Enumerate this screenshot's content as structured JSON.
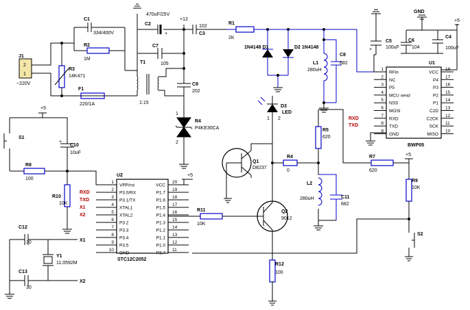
{
  "title": "",
  "labels": {
    "j1": "J1",
    "j1_pin2": "2",
    "j1_pin1": "1",
    "mains": "~220V",
    "c1": "C1",
    "c1_val": "334/400V",
    "r2": "R2",
    "r2_val": "1M",
    "r3": "R3",
    "r3_val": "14K471",
    "f1": "F1",
    "f1_val": "220/1A",
    "t1": "T1",
    "t1_pins": "1:15",
    "c2": "C2",
    "c2_val": "470uF/25V",
    "c7": "C7",
    "c7_val": "105",
    "c9": "C9",
    "c9_val": "202",
    "plus12": "+12",
    "c3_val": "102",
    "c3": "C3",
    "r1": "R1",
    "r1_val": "2K",
    "d1": "1N4148 D1",
    "d2": "D2 1N4148",
    "l1": "L1",
    "l1_val": "280uH",
    "c8": "C8",
    "c8_val": "682",
    "c5": "C5",
    "c5_val": "100uF",
    "gnd": "GND",
    "c6": "C6",
    "c6_val": "104",
    "c4": "C4",
    "c4_val": "100uF",
    "plus5": "+5",
    "d3": "D3",
    "d3_sub": "LED",
    "r4_tvs": "R4",
    "r4_tvs_val": "P4KE30CA",
    "u1": "U1",
    "u1_name": "BWP05",
    "s1": "S1",
    "c10": "C10",
    "c10_val": "10uF",
    "r8": "R8",
    "r8_val": "100",
    "r10": "R10",
    "r10_val": "10K",
    "q1": "Q1",
    "q1_val": "D8237",
    "r4": "R4",
    "r4_val": "0",
    "r5": "R5",
    "r5_val": "620",
    "r7": "R7",
    "r7_val": "620",
    "r9": "R9",
    "r9_val": "10K",
    "l2": "L2",
    "l2_val": "280uH",
    "c11": "C11",
    "c11_val": "682",
    "r11": "R11",
    "r11_val": "10K",
    "q2": "Q2",
    "q2_val": "9012",
    "s2": "S2",
    "c12": "C12",
    "c12_val": "30",
    "c13": "C13",
    "c13_val": "30",
    "y1": "Y1",
    "y1_val": "11.0592M",
    "x1": "X1",
    "x2": "X2",
    "rxd": "RXD",
    "txd": "TXD",
    "r12": "R12",
    "r12_val": "100",
    "u2": "U2",
    "u2_name": "STC12C2052"
  },
  "u1": {
    "left_pins": [
      {
        "n": "1",
        "name": "RFin"
      },
      {
        "n": "2",
        "name": "NC"
      },
      {
        "n": "3",
        "name": "P5"
      },
      {
        "n": "4",
        "name": "MCU send"
      },
      {
        "n": "5",
        "name": "NSS"
      },
      {
        "n": "6",
        "name": "MOSI"
      },
      {
        "n": "7",
        "name": "RXD"
      },
      {
        "n": "8",
        "name": "TXD"
      },
      {
        "n": "9",
        "name": "GND"
      }
    ],
    "right_pins": [
      {
        "n": "18",
        "name": "VCC"
      },
      {
        "n": "17",
        "name": "P4"
      },
      {
        "n": "16",
        "name": "P3"
      },
      {
        "n": "15",
        "name": "P2"
      },
      {
        "n": "14",
        "name": "P1"
      },
      {
        "n": "13",
        "name": "C2D"
      },
      {
        "n": "12",
        "name": "C2CK"
      },
      {
        "n": "11",
        "name": "SCK"
      },
      {
        "n": "10",
        "name": "MISO"
      }
    ],
    "net_rxd": "RXD",
    "net_txd": "TXD"
  },
  "u2": {
    "left_pins": [
      {
        "n": "1",
        "name": "VPP/rst"
      },
      {
        "n": "2",
        "name": "P3.0/RX"
      },
      {
        "n": "3",
        "name": "P3.1/TX"
      },
      {
        "n": "4",
        "name": "XTAL1"
      },
      {
        "n": "5",
        "name": "XTAL2"
      },
      {
        "n": "6",
        "name": "P3.2"
      },
      {
        "n": "7",
        "name": "P3.3"
      },
      {
        "n": "8",
        "name": "P3.4"
      },
      {
        "n": "9",
        "name": "P3.5"
      },
      {
        "n": "10",
        "name": "GND"
      }
    ],
    "right_pins": [
      {
        "n": "20",
        "name": "VCC"
      },
      {
        "n": "19",
        "name": "P1.7"
      },
      {
        "n": "18",
        "name": "P1.6"
      },
      {
        "n": "17",
        "name": "P1.5"
      },
      {
        "n": "16",
        "name": "P1.4"
      },
      {
        "n": "15",
        "name": "P1.3"
      },
      {
        "n": "14",
        "name": "P1.2"
      },
      {
        "n": "13",
        "name": "P1.1"
      },
      {
        "n": "12",
        "name": "P1.0"
      },
      {
        "n": "11",
        "name": "P3.7"
      }
    ],
    "net_rxd": "RXD",
    "net_txd": "TXD",
    "net_x1": "X1",
    "net_x2": "X2"
  },
  "pin_numbers": {
    "one": "1",
    "two": "2"
  }
}
